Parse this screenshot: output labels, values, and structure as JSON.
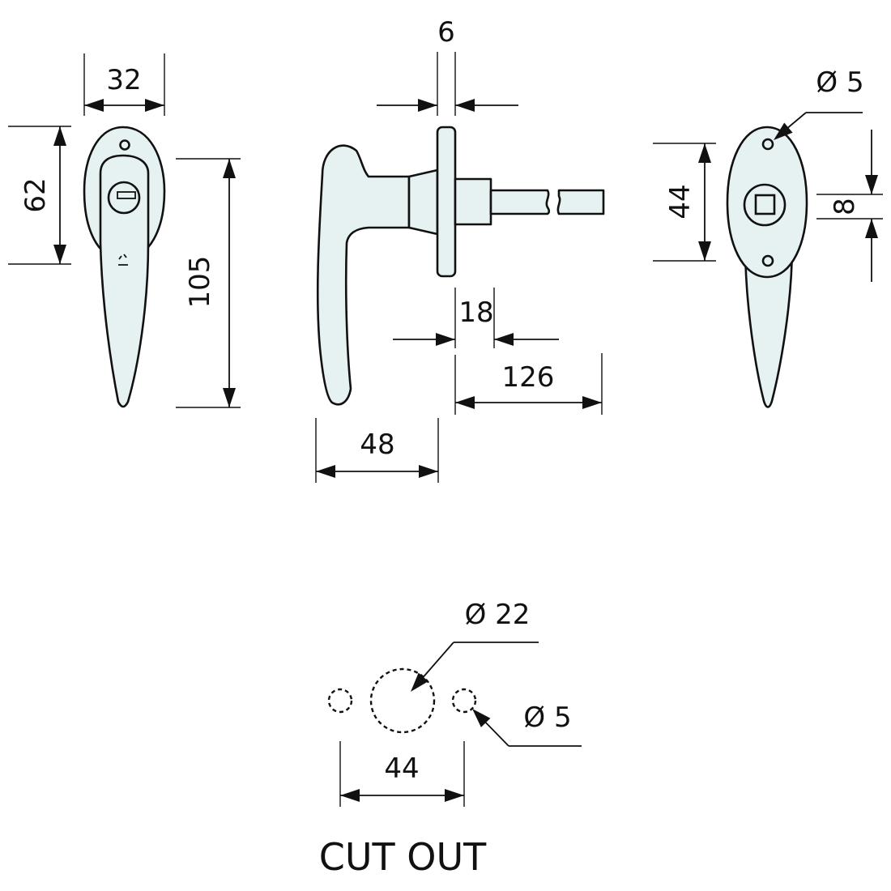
{
  "dimensions": {
    "front_width": "32",
    "front_rose_height": "62",
    "front_total_height": "105",
    "spindle_thickness": "6",
    "side_depth": "48",
    "side_offset": "18",
    "side_spindle_length": "126",
    "back_hole_dia": "Ø 5",
    "back_hole_spacing": "44",
    "back_square": "8",
    "cutout_center_dia": "Ø 22",
    "cutout_hole_dia": "Ø 5",
    "cutout_spacing": "44"
  },
  "labels": {
    "cutout_title": "CUT OUT"
  },
  "colors": {
    "part_fill": "#e6f1f2",
    "line": "#111111"
  }
}
